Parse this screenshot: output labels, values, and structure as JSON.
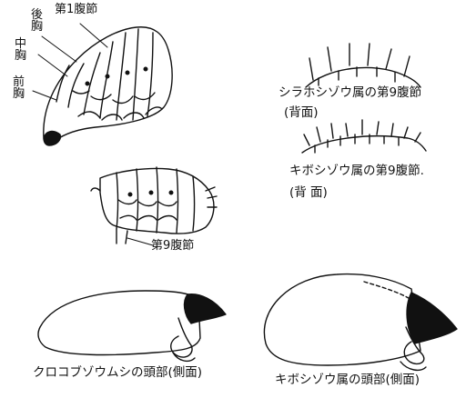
{
  "figure": {
    "larva_labels": {
      "abdomen1": "第1腹節",
      "metathorax": "後胸",
      "mesothorax": "中胸",
      "prothorax": "前胸"
    },
    "larva2_label": "第9腹節",
    "shirahoshi_caption": "シラホシゾウ属の第9腹節",
    "shirahoshi_sub": "(背面)",
    "kiboshi_caption": "キボシゾウ属の第9腹節.",
    "kiboshi_sub": "(背 面)",
    "head1_caption": "クロコブゾウムシの頭部(側面)",
    "head2_caption": "キボシゾウ属の頭部(側面)"
  },
  "colors": {
    "ink": "#111111",
    "paper": "#ffffff"
  }
}
